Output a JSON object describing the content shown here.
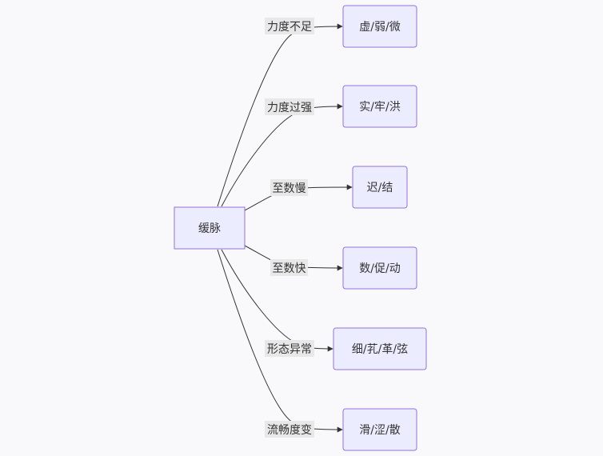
{
  "diagram": {
    "root": {
      "id": "root",
      "label": "缓脉"
    },
    "branches": [
      {
        "id": "b1",
        "edge_label": "力度不足",
        "target_label": "虚/弱/微"
      },
      {
        "id": "b2",
        "edge_label": "力度过强",
        "target_label": "实/牢/洪"
      },
      {
        "id": "b3",
        "edge_label": "至数慢",
        "target_label": "迟/结"
      },
      {
        "id": "b4",
        "edge_label": "至数快",
        "target_label": "数/促/动"
      },
      {
        "id": "b5",
        "edge_label": "形态异常",
        "target_label": "细/芤/革/弦"
      },
      {
        "id": "b6",
        "edge_label": "流畅度变",
        "target_label": "滑/涩/散"
      }
    ],
    "colors": {
      "node_fill": "#ececff",
      "node_stroke": "#9370db",
      "edge": "#333333",
      "label_bg": "#e8e8e8",
      "text": "#333333"
    }
  }
}
